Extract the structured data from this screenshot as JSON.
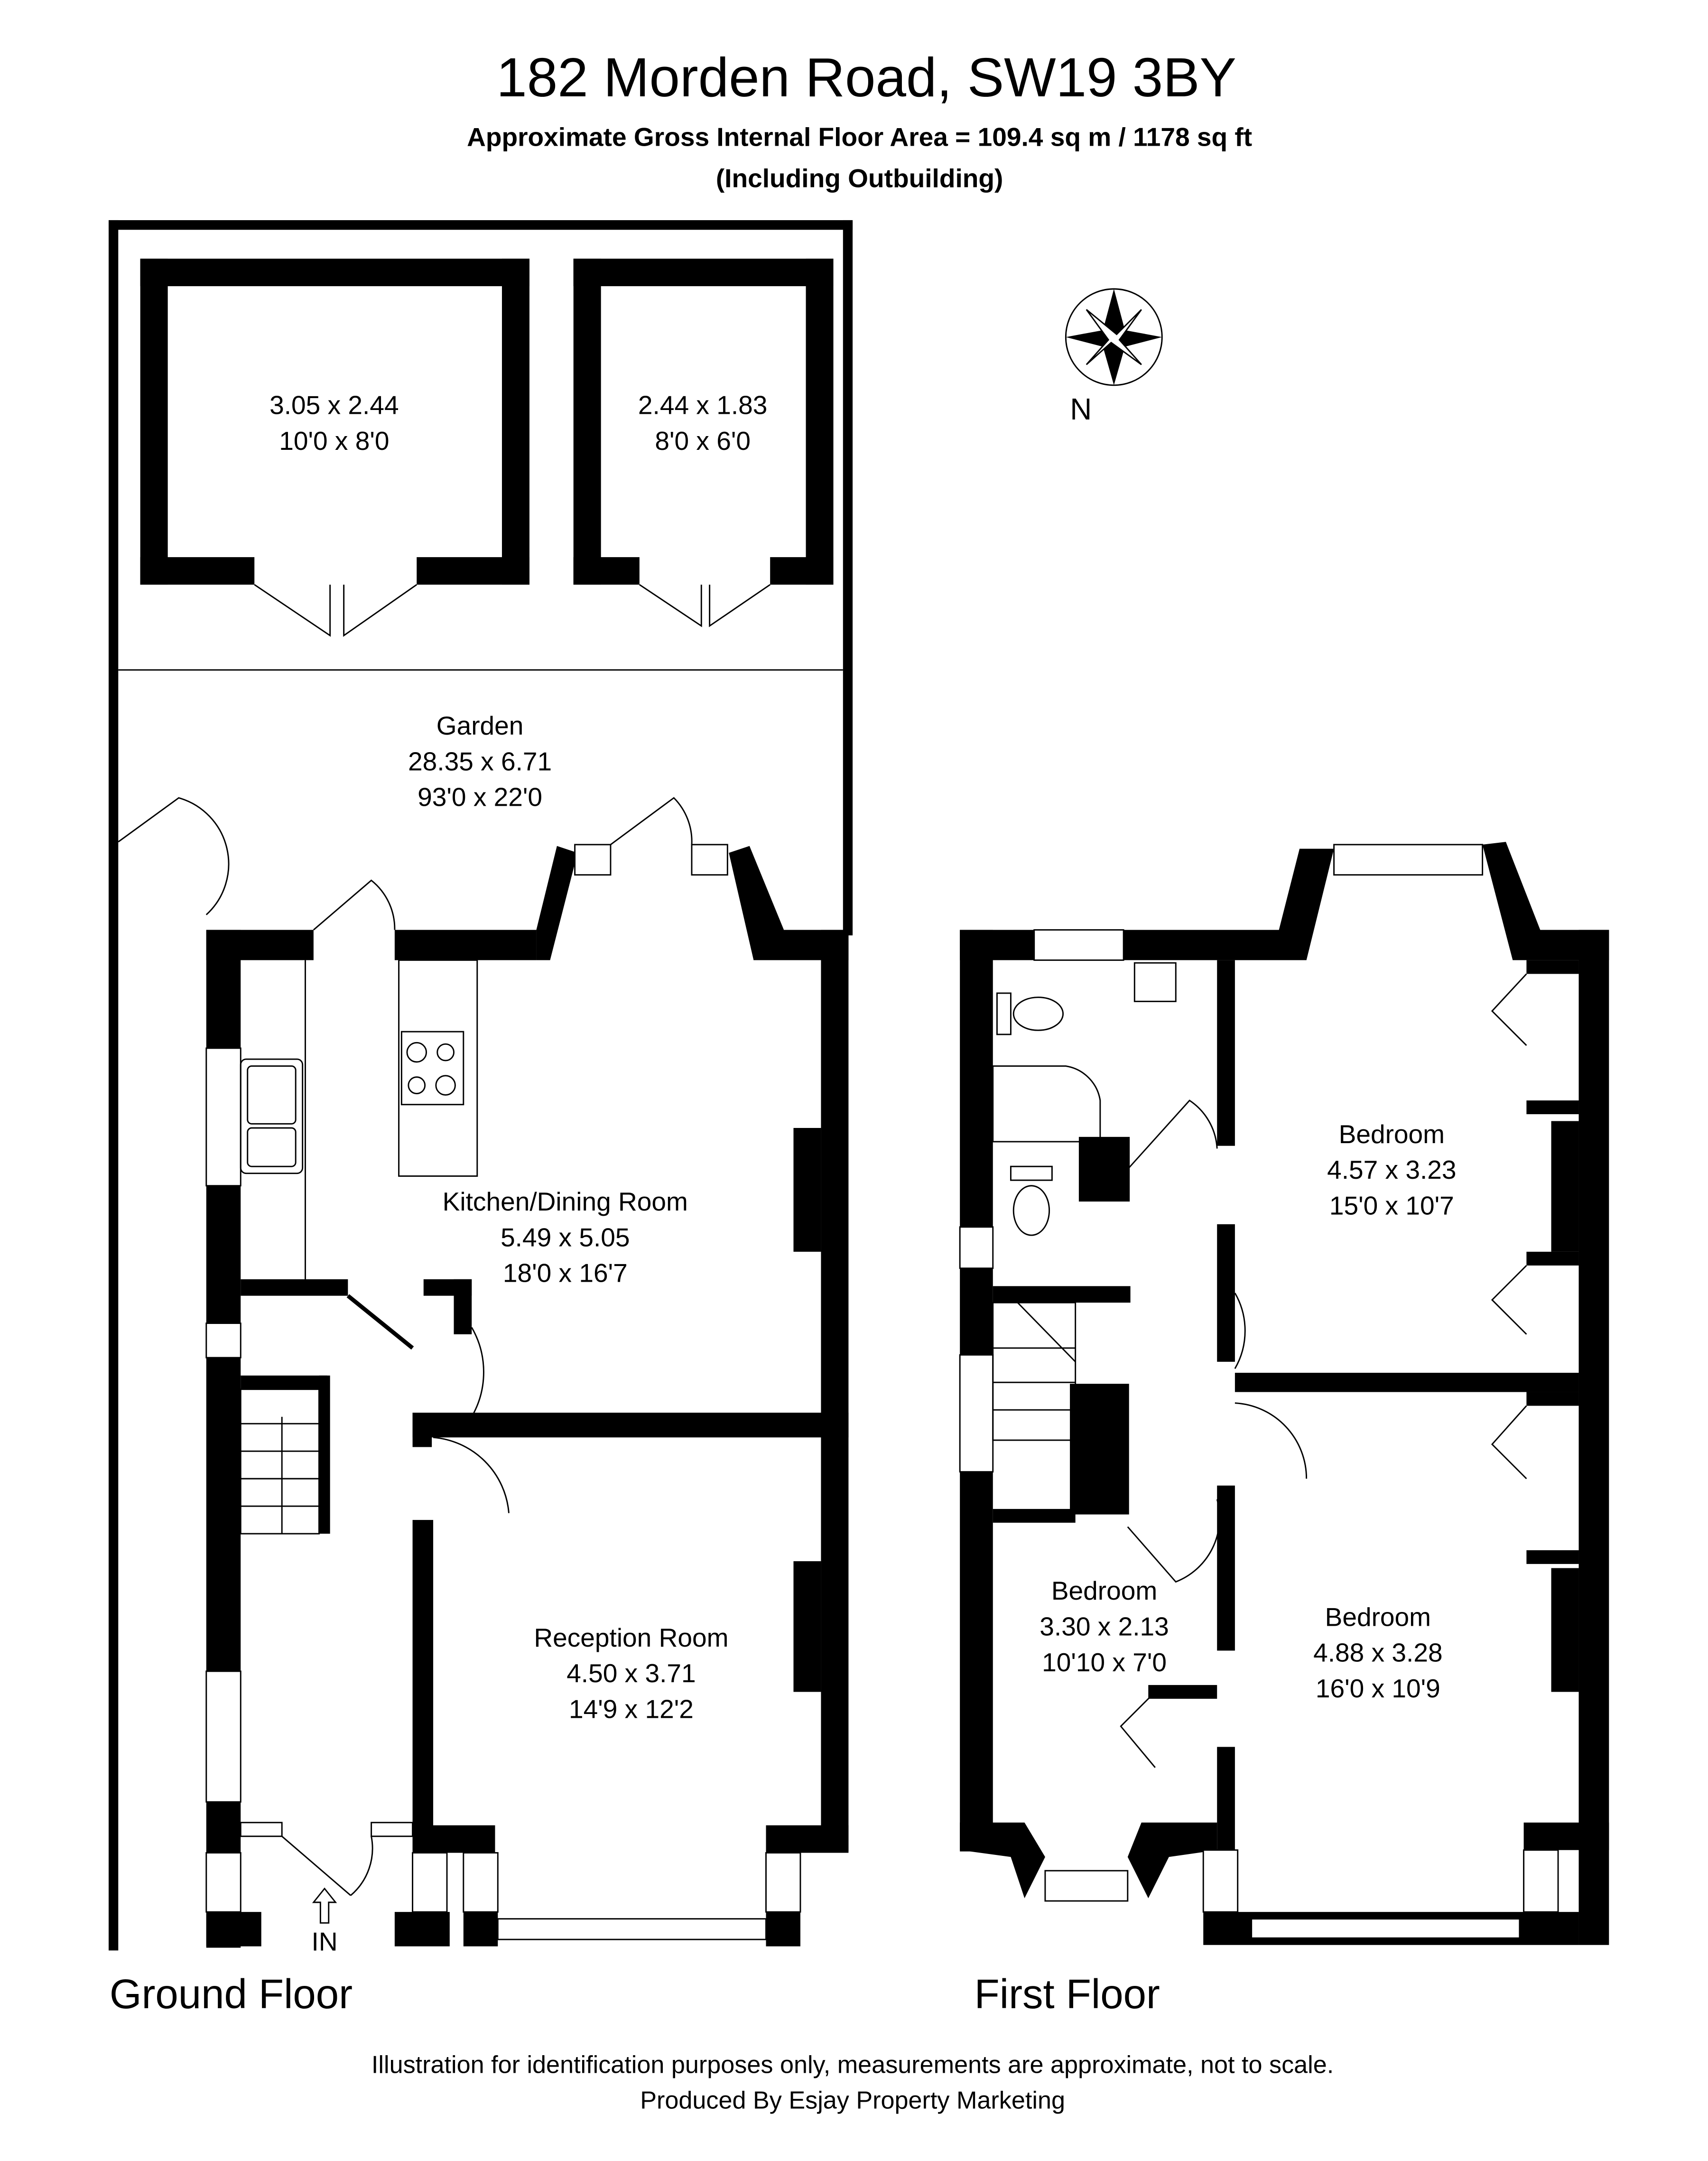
{
  "header": {
    "title": "182 Morden Road, SW19 3BY",
    "area": "Approximate Gross Internal Floor Area = 109.4 sq m / 1178 sq ft",
    "note": "(Including Outbuilding)"
  },
  "compass": {
    "label": "N"
  },
  "ground_floor": {
    "label": "Ground Floor",
    "entrance": "IN",
    "rooms": [
      {
        "name": "",
        "metric": "3.05 x 2.44",
        "imperial": "10'0 x 8'0"
      },
      {
        "name": "",
        "metric": "2.44 x 1.83",
        "imperial": "8'0 x 6'0"
      },
      {
        "name": "Garden",
        "metric": "28.35 x 6.71",
        "imperial": "93'0 x 22'0"
      },
      {
        "name": "Kitchen/Dining Room",
        "metric": "5.49 x 5.05",
        "imperial": "18'0 x 16'7"
      },
      {
        "name": "Reception Room",
        "metric": "4.50 x 3.71",
        "imperial": "14'9 x 12'2"
      }
    ]
  },
  "first_floor": {
    "label": "First Floor",
    "rooms": [
      {
        "name": "Bedroom",
        "metric": "4.57 x 3.23",
        "imperial": "15'0 x 10'7"
      },
      {
        "name": "Bedroom",
        "metric": "3.30 x 2.13",
        "imperial": "10'10 x 7'0"
      },
      {
        "name": "Bedroom",
        "metric": "4.88 x 3.28",
        "imperial": "16'0 x 10'9"
      }
    ]
  },
  "footer": {
    "disclaimer": "Illustration for identification purposes only, measurements are approximate, not to scale.",
    "credit": "Produced By Esjay Property Marketing"
  }
}
